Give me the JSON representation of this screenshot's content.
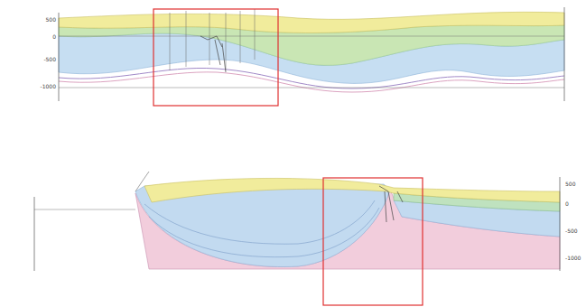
{
  "diagram": {
    "labels": [
      "500",
      "0",
      "-500",
      "-1000",
      "500",
      "0",
      "-500",
      "-1000"
    ]
  }
}
